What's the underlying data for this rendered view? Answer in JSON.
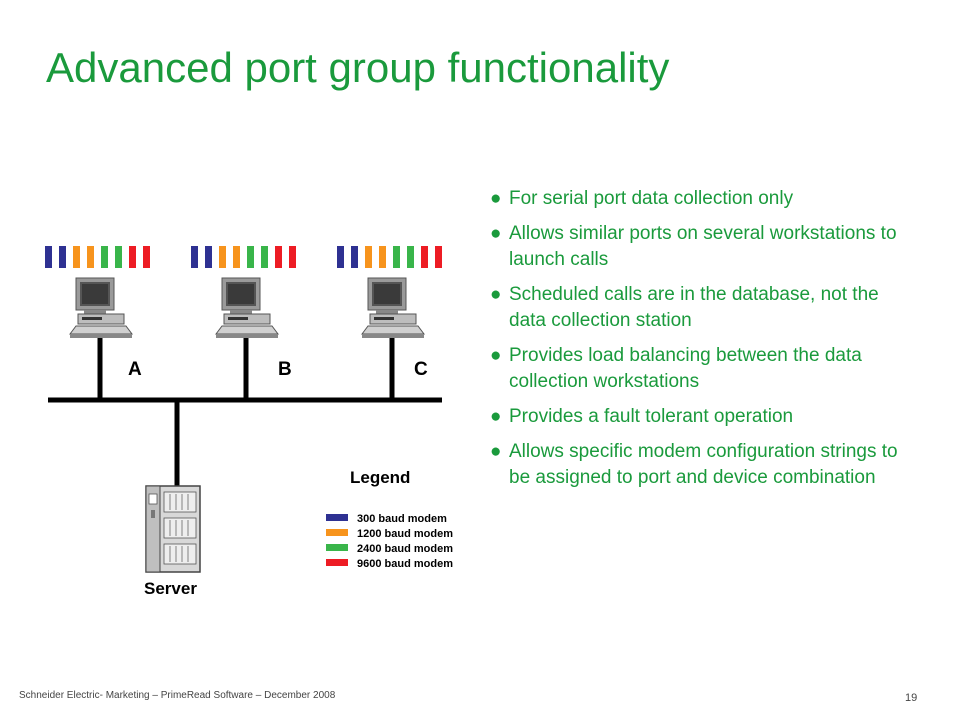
{
  "slide": {
    "title": "Advanced port group functionality",
    "bullet_glyph": "●",
    "bullets": [
      "For serial port data collection only",
      "Allows similar ports on several workstations to launch calls",
      "Scheduled calls are in the database, not the data collection station",
      "Provides load balancing between the data collection workstations",
      "Provides a fault tolerant operation",
      "Allows specific modem configuration strings to be assigned to port and device combination"
    ],
    "footer": "Schneider Electric- Marketing – PrimeRead Software – December 2008",
    "page_number": "19"
  },
  "diagram": {
    "workstations": [
      "A",
      "B",
      "C"
    ],
    "server_label": "Server",
    "legend": {
      "title": "Legend",
      "items": [
        {
          "label": "300 baud modem",
          "color": "#2e3192"
        },
        {
          "label": "1200 baud modem",
          "color": "#f7941d"
        },
        {
          "label": "2400 baud modem",
          "color": "#39b54a"
        },
        {
          "label": "9600 baud modem",
          "color": "#ed1c24"
        }
      ]
    },
    "port_colors": [
      "#2e3192",
      "#2e3192",
      "#f7941d",
      "#f7941d",
      "#39b54a",
      "#39b54a",
      "#ed1c24",
      "#ed1c24"
    ]
  },
  "colors": {
    "title_green": "#1a9a3c",
    "text_green": "#1a9a3c"
  }
}
